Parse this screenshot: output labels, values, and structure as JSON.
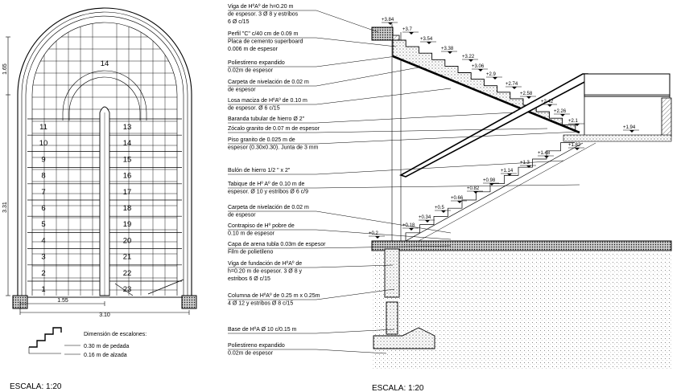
{
  "plan": {
    "top_number": "14",
    "left_numbers": [
      "11",
      "10",
      "9",
      "8",
      "7",
      "6",
      "5",
      "4",
      "3",
      "2",
      "1"
    ],
    "right_numbers": [
      "13",
      "14",
      "15",
      "16",
      "17",
      "18",
      "19",
      "20",
      "21",
      "22",
      "23"
    ],
    "dims": {
      "height_upper": "1.65",
      "height_total": "3.31",
      "width_inner": "1.55",
      "width_total": "3.10"
    },
    "legend_title": "Dimensión de escalones:",
    "legend_line1": "0.30 m de pedada",
    "legend_line2": "0.16 m de alzada",
    "scale": "ESCALA: 1:20"
  },
  "section": {
    "scale": "ESCALA: 1:20",
    "levels": [
      "+3.84",
      "+3.7",
      "+3.54",
      "+3.38",
      "+3.22",
      "+3.06",
      "+2.9",
      "+2.74",
      "+2.58",
      "+2.42",
      "+2.26",
      "+2.1",
      "+1.94",
      "+1.82",
      "+1.48",
      "+1.3",
      "+1.14",
      "+0.98",
      "+0.82",
      "+0.66",
      "+0.5",
      "+0.34",
      "+0.18",
      "+0.2"
    ],
    "annotations": [
      [
        "Viga de HºAº de  h=0.20 m",
        "de espesor.  3 Ø 8 y estribos",
        "6 Ø c/15"
      ],
      [
        "Perfil \"C\" c/40 cm de 0.09 m",
        "Placa de cemento superboard",
        "0.006 m de espesor"
      ],
      [
        "Poliestireno expandido",
        "0.02m de espesor"
      ],
      [
        "Carpeta de nivelación de 0.02 m",
        "de espesor"
      ],
      [
        "Losa maciza de HºAº de 0.10 m",
        "de espesor.  Ø 6 c/15"
      ],
      [
        "Baranda tubular de hierro Ø 2\""
      ],
      [
        "Zócalo granito de 0.07 m de espesor"
      ],
      [
        "Piso granito de 0.025 m de",
        "espesor (0.30x0.30). Junta de 3 mm"
      ],
      [
        "Bulón de hierro 1/2 \" x 2\""
      ],
      [
        "Tabique de Hº Aº de 0.10 m de",
        "espesor. Ø 10 y estribos Ø 6 c/9"
      ],
      [
        "Carpeta de nivelación de 0.02 m",
        "de espesor"
      ],
      [
        "Contrapiso de Hº pobre de",
        "0.10 m de espesor"
      ],
      [
        "Capa de arena tubla 0.03m de espesor",
        "Film de polietileno"
      ],
      [
        "Viga de fundación de HºAº de",
        "h=0.20 m de espesor.  3 Ø 8 y",
        "estribos 6 Ø c/15"
      ],
      [
        "Columna de HºAº de 0.25 m x 0.25m",
        "4 Ø 12 y estribos  Ø 8 c/15"
      ],
      [
        "Base de HºA  Ø 10 c/0.15 m"
      ],
      [
        "Poliestireno expandido",
        "0.02m de espesor"
      ]
    ]
  }
}
